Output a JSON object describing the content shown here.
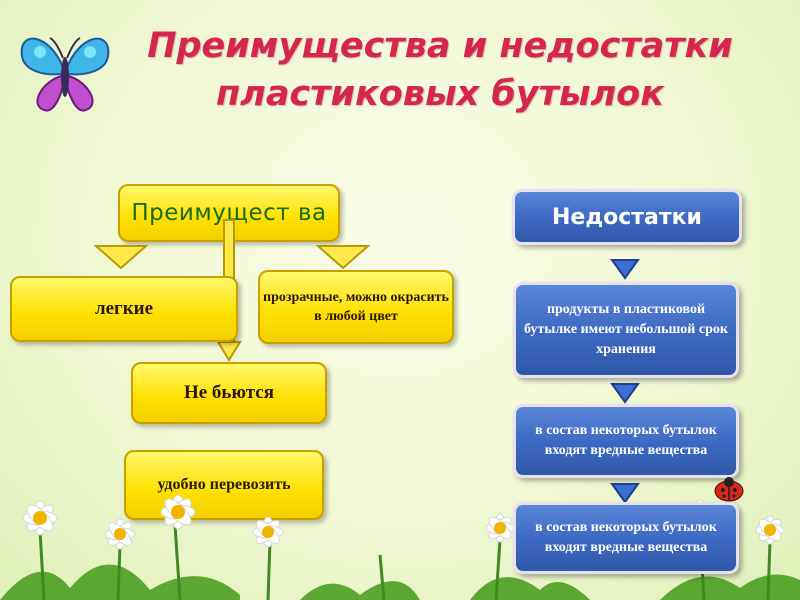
{
  "title": "Преимущества и недостатки пластиковых бутылок",
  "advantages": {
    "heading": "Преимущест ва",
    "items": [
      "легкие",
      "прозрачные, можно окрасить в любой цвет",
      "Не бьются",
      "удобно перевозить"
    ]
  },
  "disadvantages": {
    "heading": "Недостатки",
    "items": [
      "продукты в пластиковой бутылке имеют небольшой срок хранения",
      "в состав некоторых бутылок входят вредные вещества",
      "в состав некоторых бутылок входят вредные вещества"
    ]
  },
  "colors": {
    "title": "#d6264e",
    "advantage_box": "#ffe000",
    "disadvantage_box": "#3b68c1",
    "arrow_blue": "#3d6ed3"
  },
  "decor": [
    "butterfly-icon",
    "daisy-flowers",
    "ladybug-icon"
  ]
}
